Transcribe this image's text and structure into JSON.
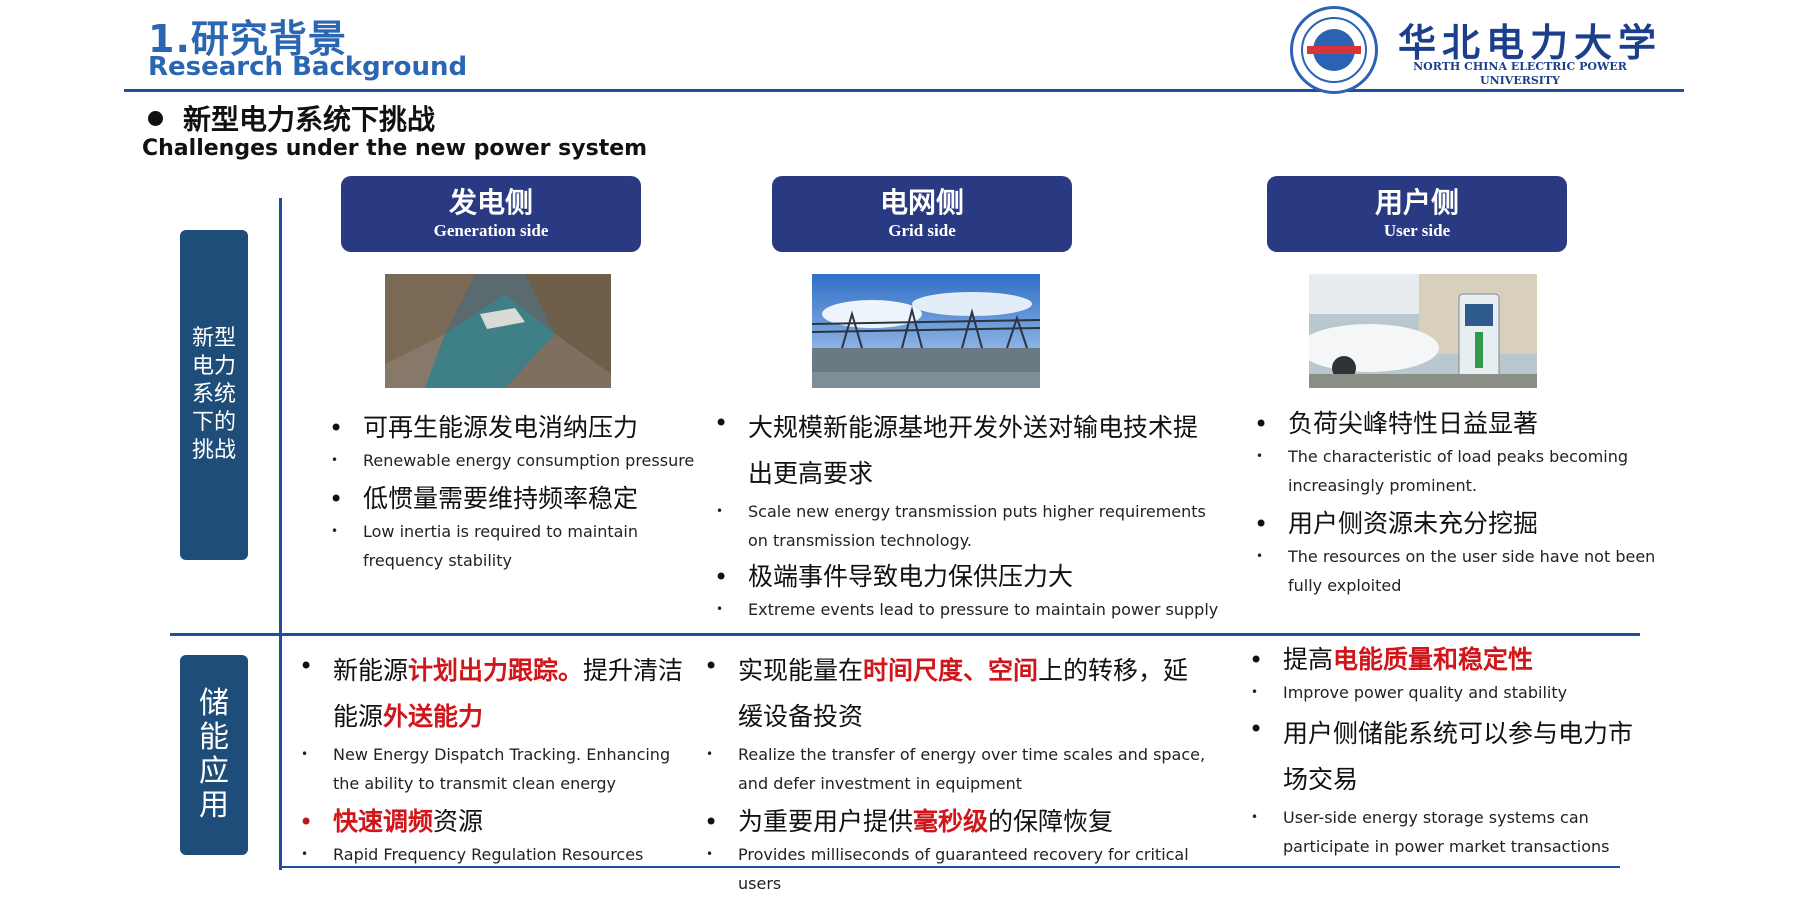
{
  "header": {
    "title_cn": "1.研究背景",
    "title_en": "Research Background",
    "university_cn": "华北电力大学",
    "university_en": "NORTH CHINA ELECTRIC POWER UNIVERSITY"
  },
  "section": {
    "title_cn": "新型电力系统下挑战",
    "title_en": "Challenges under the new power system"
  },
  "row_labels": {
    "challenges": "新型电力系统下的挑战",
    "storage": "储能应用"
  },
  "columns": [
    {
      "title_cn": "发电侧",
      "title_en": "Generation side",
      "challenges": [
        {
          "cn": "可再生能源发电消纳压力",
          "en": "Renewable energy consumption pressure"
        },
        {
          "cn": "低惯量需要维持频率稳定",
          "en": "Low inertia is required to maintain frequency stability"
        }
      ],
      "storage": [
        {
          "cn_parts": [
            "新能源",
            "计划出力跟踪。",
            "提升清洁能源",
            "外送能力"
          ],
          "en": "New Energy Dispatch Tracking. Enhancing the ability to transmit clean energy"
        },
        {
          "cn_parts": [
            "快速调频",
            "资源"
          ],
          "en": "Rapid Frequency Regulation Resources"
        }
      ]
    },
    {
      "title_cn": "电网侧",
      "title_en": "Grid side",
      "challenges": [
        {
          "cn": "大规模新能源基地开发外送对输电技术提出更高要求",
          "en": "Scale new energy transmission puts higher requirements on transmission technology."
        },
        {
          "cn": "极端事件导致电力保供压力大",
          "en": "Extreme events lead to pressure to maintain power supply"
        }
      ],
      "storage": [
        {
          "cn_parts": [
            "实现能量在",
            "时间尺度、空间",
            "上的转移，延缓设备投资"
          ],
          "en": "Realize the transfer of energy over time scales and space, and defer investment in equipment"
        },
        {
          "cn_parts": [
            "为重要用户提供",
            "毫秒级",
            "的保障恢复"
          ],
          "en": "Provides milliseconds of guaranteed recovery for critical users"
        }
      ]
    },
    {
      "title_cn": "用户侧",
      "title_en": "User side",
      "challenges": [
        {
          "cn": "负荷尖峰特性日益显著",
          "en": "The characteristic of load peaks becoming increasingly prominent."
        },
        {
          "cn": "用户侧资源未充分挖掘",
          "en": "The resources on the user side have not been fully exploited"
        }
      ],
      "storage": [
        {
          "cn_parts": [
            "提高",
            "电能质量和稳定性"
          ],
          "en": "Improve power quality and stability"
        },
        {
          "cn_parts": [
            "用户侧储能系统可以参与电力市场交易"
          ],
          "en": "User-side energy storage systems can participate in power market transactions"
        }
      ]
    }
  ],
  "colors": {
    "accent_blue": "#2b66b3",
    "header_box": "#2a3a82",
    "label_box": "#1f4d7a",
    "highlight_red": "#d0161b"
  }
}
